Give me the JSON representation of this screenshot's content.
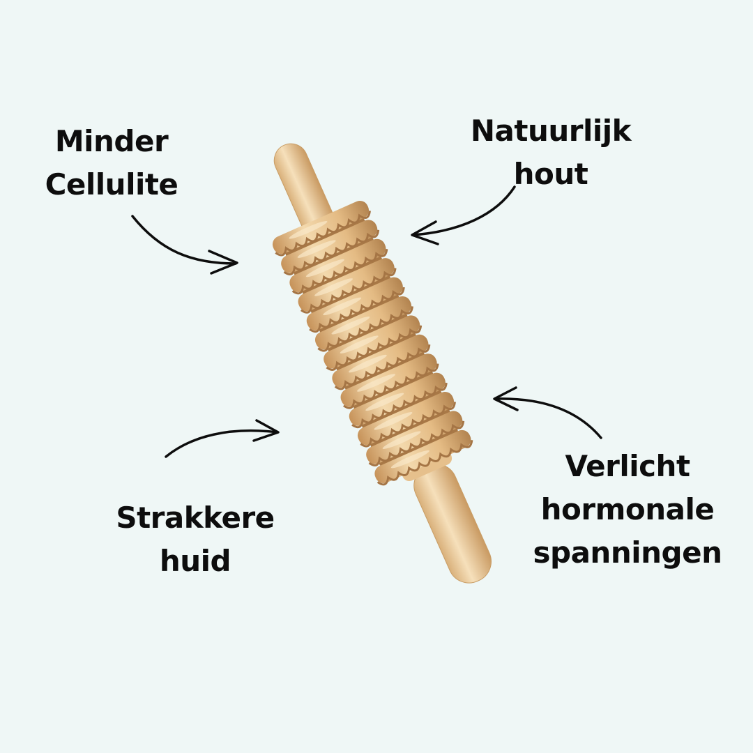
{
  "labels": {
    "top_left": {
      "line1": "Minder",
      "line2": "Cellulite"
    },
    "top_right": {
      "line1": "Natuurlijk",
      "line2": "hout"
    },
    "bottom_left": {
      "line1": "Strakkere",
      "line2": "huid"
    },
    "bottom_right": {
      "line1": "Verlicht",
      "line2": "hormonale",
      "line3": "spanningen"
    }
  },
  "colors": {
    "background": "#eff7f6",
    "text": "#0d0d0d",
    "wood_light": "#f1d4a6",
    "wood_mid": "#dcae72",
    "wood_dark": "#a57545"
  },
  "icons": [
    "arrow-icon"
  ]
}
